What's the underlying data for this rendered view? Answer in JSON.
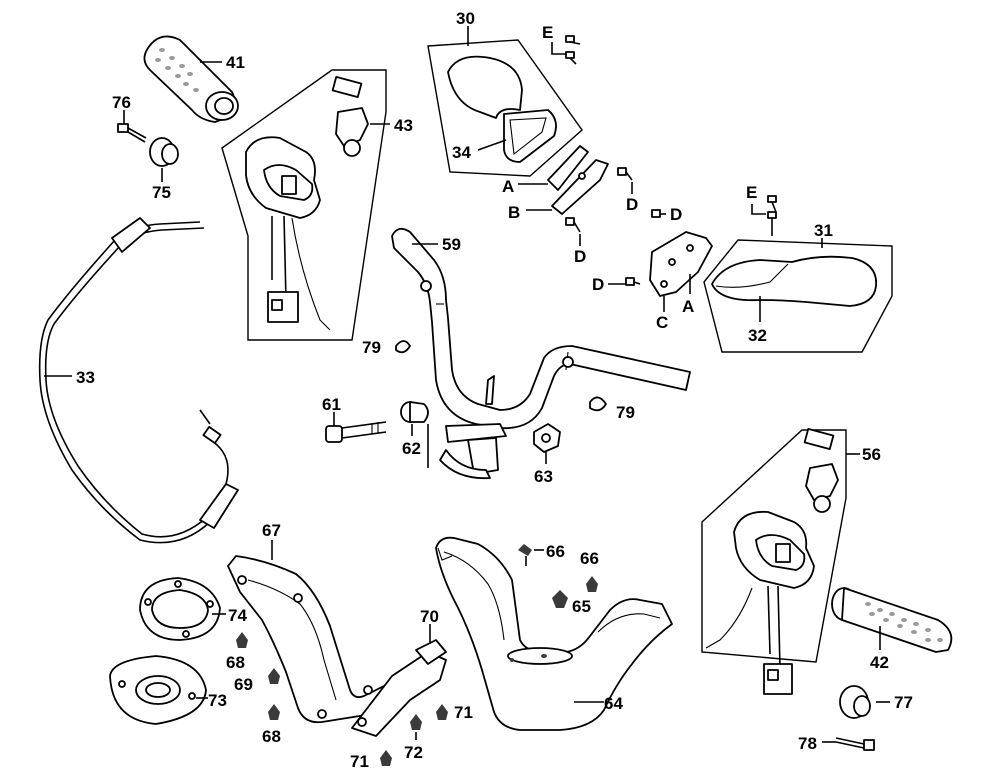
{
  "diagram": {
    "labels": {
      "p30": "30",
      "p34": "34",
      "pE1": "E",
      "pA1": "A",
      "pB": "B",
      "pD1": "D",
      "pD2": "D",
      "pD3": "D",
      "pD4": "D",
      "pE2": "E",
      "p31": "31",
      "p32": "32",
      "pC": "C",
      "pA2": "A",
      "p41": "41",
      "p43": "43",
      "p76": "76",
      "p75": "75",
      "p33": "33",
      "p59": "59",
      "p79a": "79",
      "p79b": "79",
      "p61": "61",
      "p62": "62",
      "p63": "63",
      "p56": "56",
      "p42": "42",
      "p77": "77",
      "p78": "78",
      "p67": "67",
      "p74": "74",
      "p68a": "68",
      "p69": "69",
      "p73": "73",
      "p68b": "68",
      "p70": "70",
      "p71a": "71",
      "p71b": "71",
      "p72": "72",
      "p66a": "66",
      "p66b": "66",
      "p65": "65",
      "p64": "64"
    }
  }
}
